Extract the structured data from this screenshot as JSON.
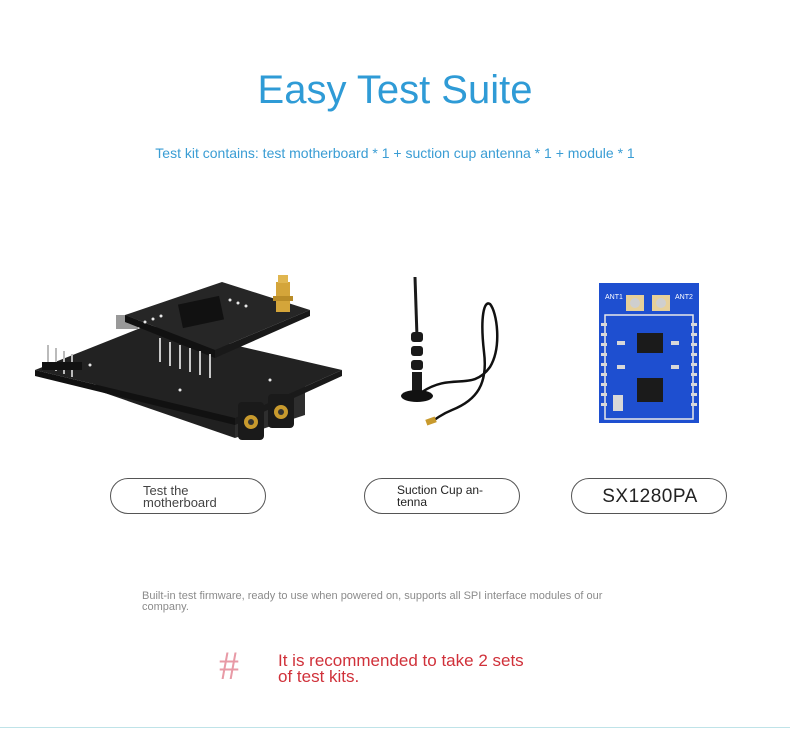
{
  "header": {
    "title": "Easy Test Suite",
    "subtitle": "Test kit contains: test motherboard * 1 + suction cup antenna * 1 + module * 1"
  },
  "products": [
    {
      "label": "Test the motherboard",
      "icon": "motherboard-image"
    },
    {
      "label": "Suction Cup an- tenna",
      "icon": "antenna-image"
    },
    {
      "label": "SX1280PA",
      "icon": "module-image",
      "chip_labels": [
        "ANT1",
        "ANT2"
      ]
    }
  ],
  "firmware_note": "Built-in test firmware, ready to use when powered on, supports all SPI interface modules of our company.",
  "recommendation": {
    "symbol": "#",
    "text": "It is recommended to take 2 sets of test kits."
  },
  "colors": {
    "title": "#2f9bd6",
    "recommendation": "#d0313a",
    "hash": "#e89aa6",
    "pcb_blue": "#1e4fd0",
    "pcb_black": "#1b1b1b"
  }
}
